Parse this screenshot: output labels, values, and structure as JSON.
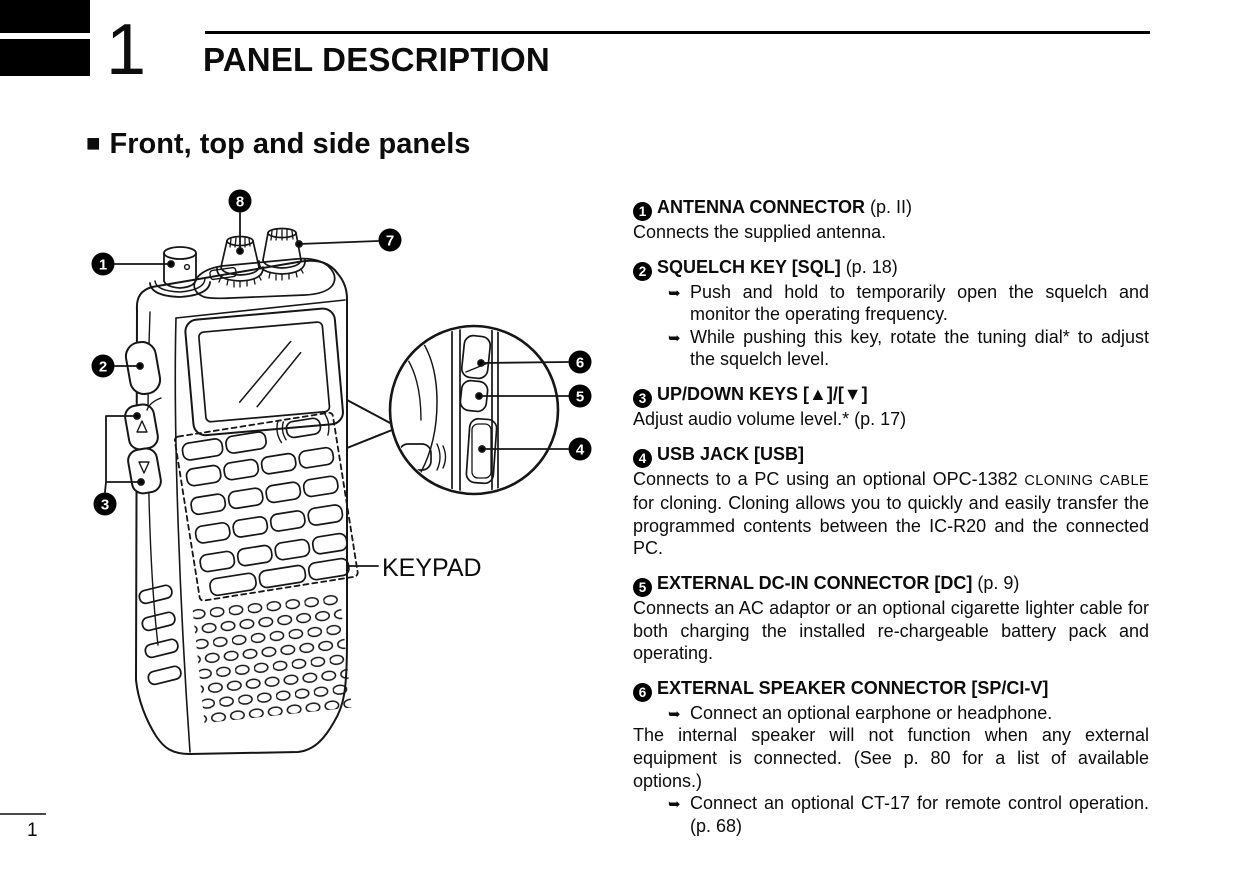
{
  "page": {
    "chapter_number": "1",
    "chapter_title": "PANEL DESCRIPTION",
    "section_marker": "■",
    "section_title": "Front, top and side panels",
    "page_number": "1"
  },
  "colors": {
    "ink": "#111111",
    "paper": "#ffffff"
  },
  "icons": {
    "arrow_bullet": "➥"
  },
  "figure": {
    "keypad_label": "KEYPAD",
    "callouts": {
      "c1": "1",
      "c2": "2",
      "c3": "3",
      "c4": "4",
      "c5": "5",
      "c6": "6",
      "c7": "7",
      "c8": "8"
    }
  },
  "sections": [
    {
      "num": "1",
      "title": "ANTENNA CONNECTOR",
      "ref": "(p. II)",
      "content": [
        {
          "type": "p",
          "text": "Connects the supplied antenna."
        }
      ]
    },
    {
      "num": "2",
      "title": "SQUELCH KEY [SQL]",
      "ref": "(p. 18)",
      "content": [
        {
          "type": "arrow",
          "text": "Push and hold to temporarily open the squelch and monitor the operating frequency."
        },
        {
          "type": "arrow",
          "text": "While pushing this key, rotate the tuning dial* to adjust the squelch level."
        }
      ]
    },
    {
      "num": "3",
      "title": "UP/DOWN KEYS [▲]/[▼]",
      "ref": "",
      "content": [
        {
          "type": "p",
          "text": "Adjust audio volume level.* (p. 17)"
        }
      ]
    },
    {
      "num": "4",
      "title": "USB JACK [USB]",
      "ref": "",
      "content": [
        {
          "type": "p",
          "pre": "Connects to a PC using an optional OPC-1382 ",
          "smallcaps": "CLONING CABLE",
          "post": " for cloning. Cloning allows you to quickly and easily transfer the programmed contents between the IC-R20 and the connected PC."
        }
      ]
    },
    {
      "num": "5",
      "title": "EXTERNAL DC-IN CONNECTOR [DC]",
      "ref": "(p. 9)",
      "content": [
        {
          "type": "p",
          "text": "Connects an AC adaptor or an optional cigarette lighter cable for both charging the installed re-chargeable battery pack and operating."
        }
      ]
    },
    {
      "num": "6",
      "title": "EXTERNAL SPEAKER CONNECTOR [SP/CI-V]",
      "ref": "",
      "content": [
        {
          "type": "arrow",
          "text": "Connect an optional earphone or headphone."
        },
        {
          "type": "cont",
          "text": "The internal speaker will not function when any external equipment is connected. (See p. 80 for a list of available options.)"
        },
        {
          "type": "arrow",
          "text": "Connect an optional CT-17 for remote control operation. (p. 68)"
        }
      ]
    }
  ]
}
